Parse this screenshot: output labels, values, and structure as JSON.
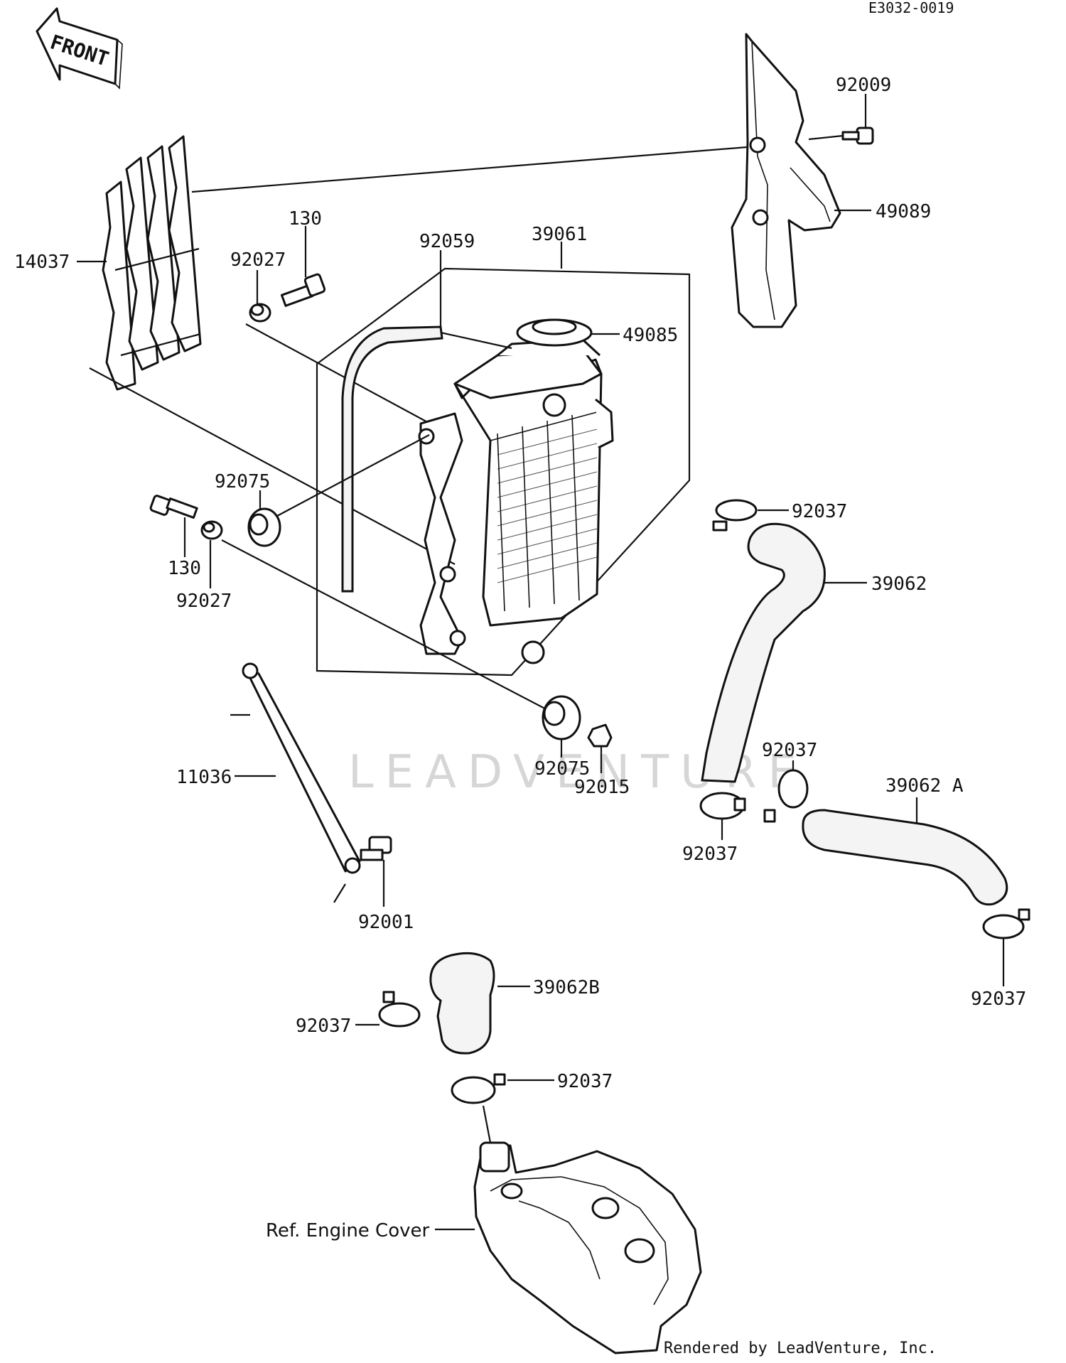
{
  "diagram_code": "E3032-0019",
  "front_label": "FRONT",
  "watermark": "LEADVENTURE",
  "credit": "Rendered by LeadVenture, Inc.",
  "callouts": [
    {
      "id": "c14037",
      "text": "14037"
    },
    {
      "id": "c92009",
      "text": "92009"
    },
    {
      "id": "c49089",
      "text": "49089"
    },
    {
      "id": "c130a",
      "text": "130"
    },
    {
      "id": "c92027a",
      "text": "92027"
    },
    {
      "id": "c39061",
      "text": "39061"
    },
    {
      "id": "c92059",
      "text": "92059"
    },
    {
      "id": "c49085",
      "text": "49085"
    },
    {
      "id": "c92075a",
      "text": "92075"
    },
    {
      "id": "c130b",
      "text": "130"
    },
    {
      "id": "c92027b",
      "text": "92027"
    },
    {
      "id": "c92037a",
      "text": "92037"
    },
    {
      "id": "c39062",
      "text": "39062"
    },
    {
      "id": "c92075b",
      "text": "92075"
    },
    {
      "id": "c92015",
      "text": "92015"
    },
    {
      "id": "c11036",
      "text": "11036"
    },
    {
      "id": "c92037b",
      "text": "92037"
    },
    {
      "id": "c39062A",
      "text": "39062 A"
    },
    {
      "id": "c92037c",
      "text": "92037"
    },
    {
      "id": "c92001",
      "text": "92001"
    },
    {
      "id": "c92037d",
      "text": "92037"
    },
    {
      "id": "c39062B",
      "text": "39062B"
    },
    {
      "id": "c92037e",
      "text": "92037"
    },
    {
      "id": "c92037f",
      "text": "92037"
    },
    {
      "id": "cRef",
      "text": "Ref. Engine Cover"
    }
  ]
}
